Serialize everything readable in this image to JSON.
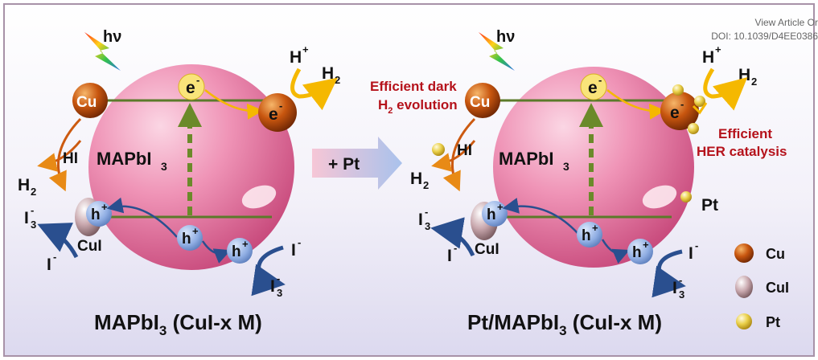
{
  "header": {
    "view_article": "View Article Or",
    "doi": "DOI: 10.1039/D4EE0386"
  },
  "panel_left": {
    "light": "hν",
    "electron": "e",
    "electron_sup": "-",
    "hole": "h",
    "hole_sup": "+",
    "cu": "Cu",
    "cui": "CuI",
    "material": "MAPbI",
    "material_sub": "3",
    "proton": "H",
    "proton_sup": "+",
    "h2": "H",
    "h2_sub": "2",
    "hi": "HI",
    "i3": "I",
    "i3_sub": "3",
    "i3_sup": "-",
    "iodide": "I",
    "iodide_sup": "-",
    "caption_a": "MAPbI",
    "caption_sub": "3",
    "caption_b": " (CuI-x M)"
  },
  "arrow": {
    "label": "+ Pt"
  },
  "panel_right": {
    "dark_line1": "Efficient dark",
    "dark_line2a": "H",
    "dark_line2_sub": "2",
    "dark_line2b": " evolution",
    "her_line1": "Efficient",
    "her_line2": "HER catalysis",
    "pt": "Pt",
    "caption_a": "Pt/MAPbI",
    "caption_sub": "3",
    "caption_b": " (CuI-x M)"
  },
  "legend": [
    {
      "label": "Cu",
      "color": "#c8560f"
    },
    {
      "label": "CuI",
      "color": "#c4a4aa"
    },
    {
      "label": "Pt",
      "color": "#e6c23a"
    }
  ],
  "colors": {
    "sphere": "#ee7fa6",
    "band": "#5b7a2a",
    "orange_arrow": "#e88a16",
    "blue_arrow": "#2a4f8f",
    "red_text": "#b5121b"
  }
}
